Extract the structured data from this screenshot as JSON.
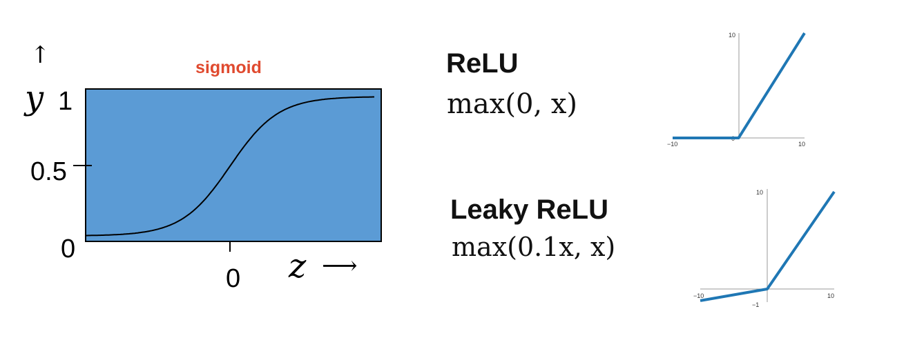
{
  "sigmoid": {
    "title": "sigmoid",
    "title_color": "#e04a2f",
    "fill_color": "#5b9bd5",
    "y_axis_label": "y",
    "x_axis_label": "z",
    "tick_y_top": "1",
    "tick_y_mid": "0.5",
    "tick_y_bottom": "0",
    "tick_x_mid": "0",
    "up_arrow": "↑",
    "right_arrow": "⟶"
  },
  "relu": {
    "name": "ReLU",
    "formula": "max(0, x)",
    "line_color": "#1f77b4",
    "tick_top": "10",
    "tick_left": "−10",
    "tick_origin": "0",
    "tick_right": "10"
  },
  "leaky_relu": {
    "name": "Leaky ReLU",
    "formula": "max(0.1x, x)",
    "line_color": "#1f77b4",
    "tick_top": "10",
    "tick_left": "−10",
    "tick_origin": "−1",
    "tick_right": "10"
  },
  "chart_data": [
    {
      "type": "line",
      "title": "sigmoid",
      "xlabel": "z",
      "ylabel": "y",
      "yticks": [
        "0",
        "0.5",
        "1"
      ],
      "xticks": [
        "0"
      ],
      "ylim": [
        0,
        1
      ],
      "series": [
        {
          "function": "sigmoid",
          "x": [
            -6,
            -4,
            -2,
            -1,
            0,
            1,
            2,
            4,
            6
          ],
          "y": [
            0.0025,
            0.018,
            0.12,
            0.27,
            0.5,
            0.73,
            0.88,
            0.982,
            0.9975
          ]
        }
      ]
    },
    {
      "type": "line",
      "title": "ReLU",
      "xlim": [
        -10,
        10
      ],
      "ylim": [
        0,
        10
      ],
      "series": [
        {
          "x": [
            -10,
            0,
            10
          ],
          "y": [
            0,
            0,
            10
          ]
        }
      ]
    },
    {
      "type": "line",
      "title": "Leaky ReLU",
      "xlim": [
        -10,
        10
      ],
      "ylim": [
        -1,
        10
      ],
      "series": [
        {
          "x": [
            -10,
            0,
            10
          ],
          "y": [
            -1,
            0,
            10
          ]
        }
      ]
    }
  ]
}
